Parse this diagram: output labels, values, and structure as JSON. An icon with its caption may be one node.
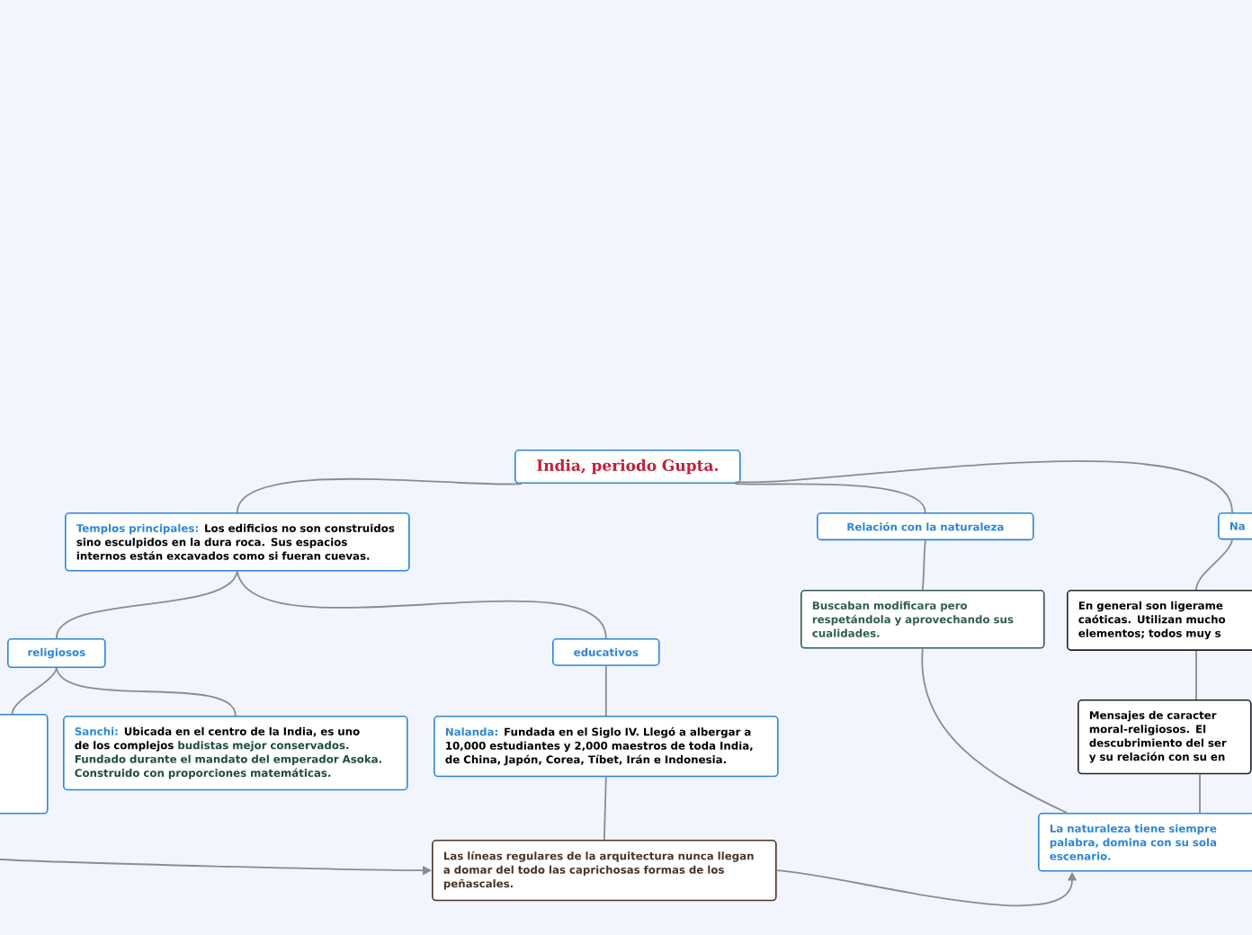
{
  "diagram": {
    "nodes": [
      {
        "text": [
          "India, periodo Gupta."
        ]
      },
      {
        "text": [
          "Templos principales:",
          "Los edificios no son construidos sino esculpidos en la dura roca. Sus espacios internos están excavados como si fueran cuevas."
        ]
      },
      {
        "text": [
          "religiosos"
        ]
      },
      {
        "text": [
          "educativos"
        ]
      },
      {
        "text": [],
        "shape": "box"
      },
      {
        "text": [
          "Sanchi:",
          "Ubicada en el centro de la India, es uno de los complejos",
          "budistas mejor conservados. Fundado durante el mandato del emperador Asoka. Construido con proporciones matemáticas."
        ]
      },
      {
        "text": [
          "Nalanda:",
          "Fundada en el Siglo IV. Llegó a albergar a 10,000 estudiantes y 2,000 maestros de toda India, de China, Japón, Corea, Tíbet, Irán e Indonesia."
        ]
      },
      {
        "text": [
          "Las líneas regulares de la arquitectura nunca llegan a domar del todo las caprichosas formas de los peñascales."
        ]
      },
      {
        "text": [
          "Relación con la naturaleza"
        ]
      },
      {
        "text": [
          "Buscaban modificara pero respetándola y aprovechando sus cualidades."
        ]
      },
      {
        "text": [
          "Na"
        ]
      },
      {
        "text": [
          "En general son ligerame caóticas. Utilizan mucho elementos; todos muy s"
        ]
      },
      {
        "text": [
          "Mensajes de caracter moral-religiosos. El descubrimiento del ser y su relación con su en"
        ]
      },
      {
        "text": [
          "La naturaleza tiene siempre palabra, domina con su sola escenario."
        ]
      }
    ],
    "edges": [
      {
        "from": 0,
        "to": 1,
        "arrow": "none"
      },
      {
        "from": 0,
        "to": 8,
        "arrow": "none"
      },
      {
        "from": 0,
        "to": 10,
        "arrow": "none"
      },
      {
        "from": 1,
        "to": 2,
        "arrow": "none"
      },
      {
        "from": 1,
        "to": 3,
        "arrow": "none"
      },
      {
        "from": 2,
        "to": 4,
        "arrow": "none"
      },
      {
        "from": 2,
        "to": 5,
        "arrow": "none"
      },
      {
        "from": 3,
        "to": 6,
        "arrow": "none"
      },
      {
        "from": 6,
        "to": 7,
        "arrow": "none"
      },
      {
        "from": 8,
        "to": 9,
        "arrow": "none"
      },
      {
        "from": 9,
        "to": 13,
        "arrow": "none"
      },
      {
        "from": 10,
        "to": 11,
        "arrow": "none"
      },
      {
        "from": 11,
        "to": 12,
        "arrow": "none"
      },
      {
        "from": 12,
        "to": 13,
        "arrow": "none"
      },
      {
        "from": null,
        "to": 7,
        "arrow": "to"
      },
      {
        "from": 7,
        "to": 13,
        "arrow": "to"
      }
    ]
  }
}
